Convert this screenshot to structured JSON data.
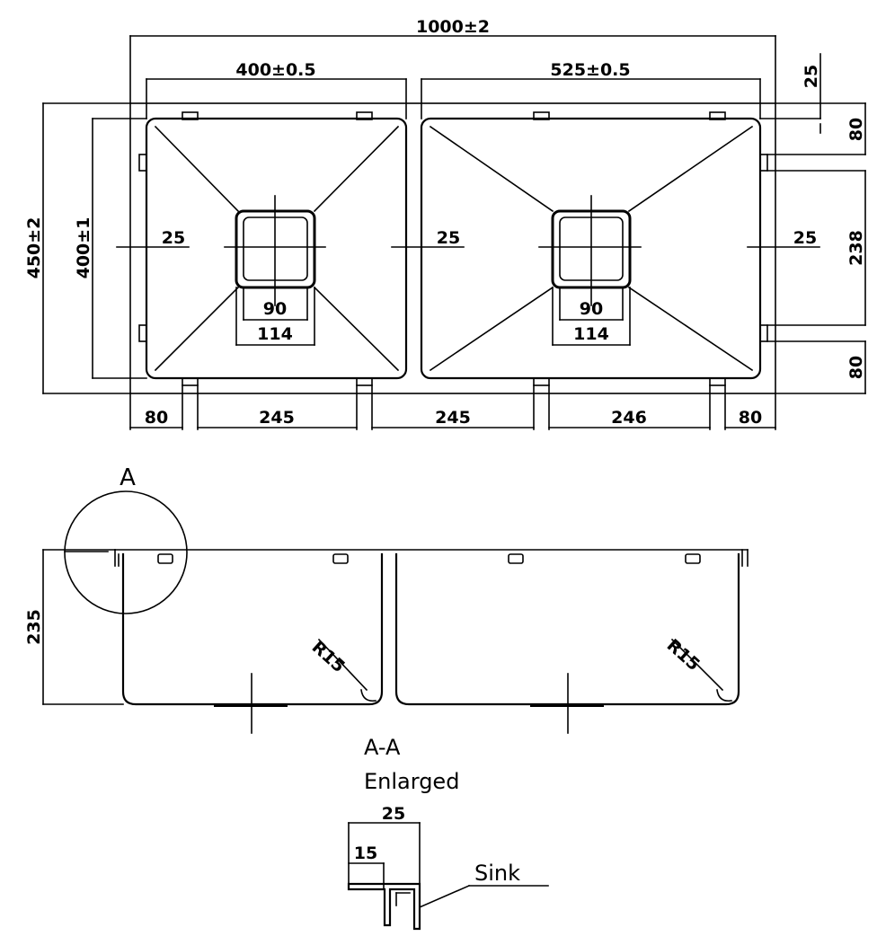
{
  "colors": {
    "line": "#000000",
    "background": "#ffffff"
  },
  "plan_view": {
    "overall_width": "1000±2",
    "overall_depth": "450±2",
    "left_bowl_width": "400±0.5",
    "right_bowl_width": "525±0.5",
    "bowl_depth": "400±1",
    "flange_top": "25",
    "clip_offset_top": "80",
    "clip_spacing": "238",
    "clip_offset_bottom": "80",
    "margin_left": "25",
    "margin_center": "25",
    "margin_right": "25",
    "drain_inner_left": "90",
    "drain_outer_left": "114",
    "drain_inner_right": "90",
    "drain_outer_right": "114",
    "bottom_dims": [
      "80",
      "245",
      "245",
      "246",
      "80"
    ]
  },
  "section_view": {
    "detail_marker": "A",
    "height": "235",
    "radius_left": "R15",
    "radius_right": "R15"
  },
  "detail_view": {
    "title_line1": "A-A",
    "title_line2": "Enlarged",
    "width_outer": "25",
    "width_inner": "15",
    "callout": "Sink"
  }
}
